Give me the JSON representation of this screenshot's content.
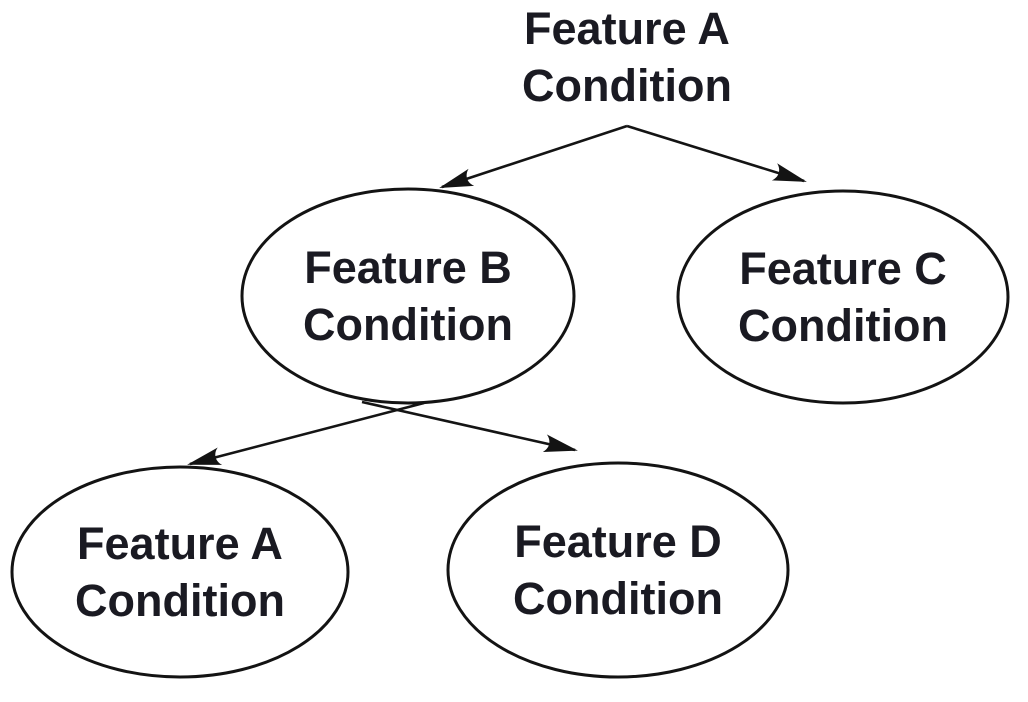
{
  "diagram": {
    "type": "decision-tree",
    "nodes": {
      "root": {
        "line1": "Feature A",
        "line2": "Condition",
        "shape": "text"
      },
      "feature_b": {
        "line1": "Feature B",
        "line2": "Condition",
        "shape": "ellipse"
      },
      "feature_c": {
        "line1": "Feature C",
        "line2": "Condition",
        "shape": "ellipse"
      },
      "feature_a2": {
        "line1": "Feature A",
        "line2": "Condition",
        "shape": "ellipse"
      },
      "feature_d": {
        "line1": "Feature D",
        "line2": "Condition",
        "shape": "ellipse"
      }
    },
    "edges": [
      {
        "from": "root",
        "to": "feature_b"
      },
      {
        "from": "root",
        "to": "feature_c"
      },
      {
        "from": "feature_b",
        "to": "feature_a2"
      },
      {
        "from": "feature_b",
        "to": "feature_d"
      }
    ],
    "colors": {
      "stroke": "#131313",
      "text": "#1a1a22",
      "background": "#ffffff"
    }
  }
}
